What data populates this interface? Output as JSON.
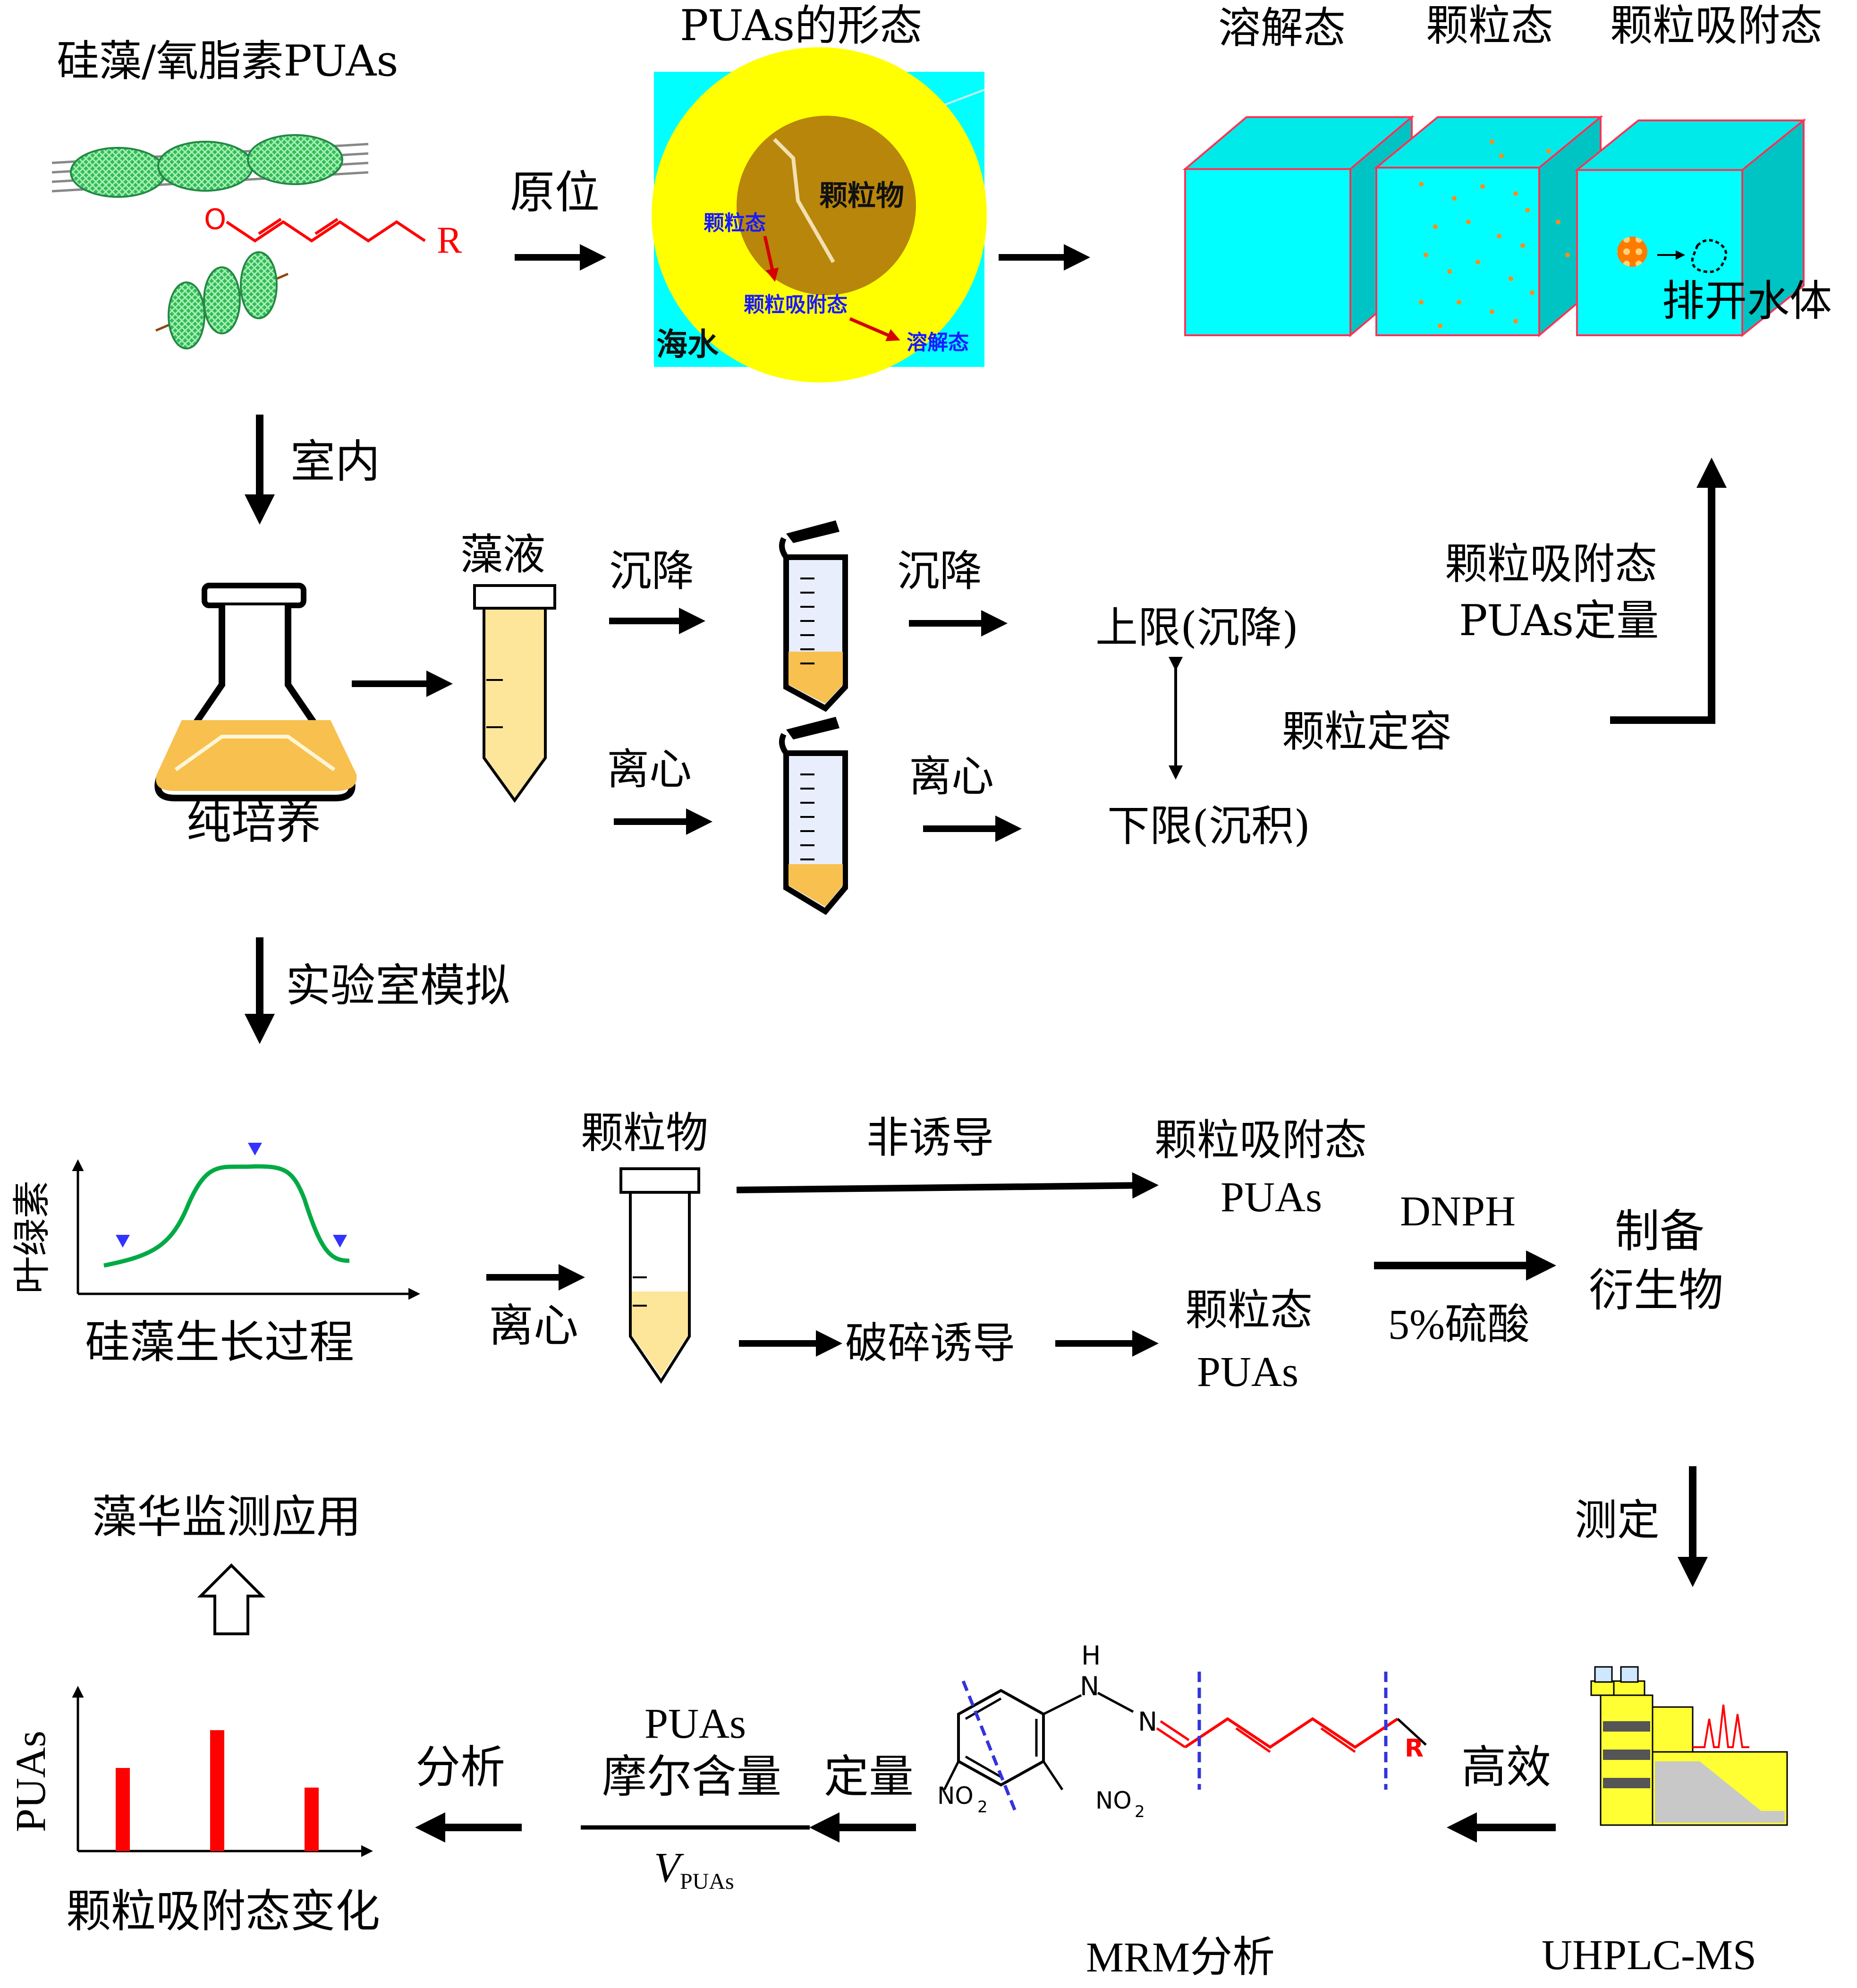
{
  "top": {
    "source_label": "硅藻/氧脂素PUAs",
    "insitu_label": "原位",
    "forms_title": "PUAs的形态",
    "circle": {
      "particle_label": "颗粒物",
      "particulate": "颗粒态",
      "adsorbed": "颗粒吸附态",
      "dissolved": "溶解态",
      "seawater": "海水"
    },
    "cube_titles": [
      "溶解态",
      "颗粒态",
      "颗粒吸附态"
    ],
    "exclude_water": "排开水体",
    "molecule_R": "R",
    "molecule_O": "O"
  },
  "lab": {
    "indoor_label": "室内",
    "pure_culture": "纯培养",
    "algae_liquid": "藻液",
    "settle_in": "沉降",
    "settle_out": "沉降",
    "centrifuge_in": "离心",
    "centrifuge_out": "离心",
    "upper_limit": "上限(沉降)",
    "lower_limit": "下限(沉积)",
    "particle_volume": "颗粒定容",
    "quant_line1": "颗粒吸附态",
    "quant_line2": "PUAs定量"
  },
  "sim": {
    "sim_label": "实验室模拟",
    "chl_axis": "叶绿素",
    "growth_label": "硅藻生长过程",
    "particles": "颗粒物",
    "centrifuge": "离心",
    "non_induced": "非诱导",
    "adsorbed_line1": "颗粒吸附态",
    "adsorbed_line2": "PUAs",
    "crush_induced": "破碎诱导",
    "particulate_line1": "颗粒态",
    "particulate_line2": "PUAs",
    "dnph": "DNPH",
    "acid": "5%硫酸",
    "prepare_line1": "制备",
    "prepare_line2": "衍生物"
  },
  "bottom": {
    "measure": "测定",
    "uhplc": "UHPLC-MS",
    "efficient": "高效",
    "mrm": "MRM分析",
    "quantify": "定量",
    "puas": "PUAs",
    "molar": "摩尔含量",
    "v_main": "V",
    "v_sub": "PUAs",
    "analysis": "分析",
    "puas_axis": "PUAs",
    "adsorbed_change": "颗粒吸附态变化",
    "bloom_monitor": "藻华监测应用",
    "chem": {
      "H": "H",
      "N1": "N",
      "N2": "N",
      "NO2a": "NO",
      "NO2b": "NO",
      "sub": "2",
      "R": "R"
    }
  },
  "colors": {
    "cube": "#00ffff",
    "cube_edge": "#ff3355",
    "seawater_ring": "#ffff00",
    "particle_core": "#b8860b",
    "label_blue": "#1a1aff",
    "red": "#ff0000",
    "green": "#00aa44",
    "tube_fill": "#fde59a",
    "instrument_yellow": "#ffff33"
  },
  "chart_data": {
    "type": "bar",
    "categories": [
      "",
      "",
      ""
    ],
    "values": [
      0.55,
      0.8,
      0.42
    ],
    "ylabel": "PUAs",
    "xlabel": "颗粒吸附态变化"
  }
}
